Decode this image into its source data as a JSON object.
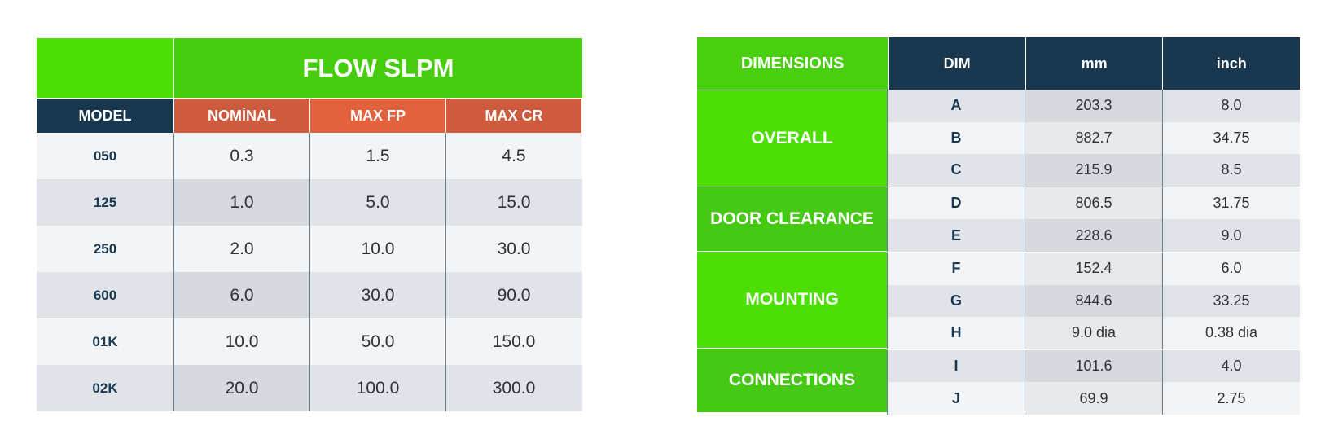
{
  "flow_table": {
    "title": "FLOW SLPM",
    "model_header": "MODEL",
    "columns": [
      "NOMİNAL",
      "MAX FP",
      "MAX CR"
    ],
    "rows": [
      {
        "model": "050",
        "values": [
          "0.3",
          "1.5",
          "4.5"
        ]
      },
      {
        "model": "125",
        "values": [
          "1.0",
          "5.0",
          "15.0"
        ]
      },
      {
        "model": "250",
        "values": [
          "2.0",
          "10.0",
          "30.0"
        ]
      },
      {
        "model": "600",
        "values": [
          "6.0",
          "30.0",
          "90.0"
        ]
      },
      {
        "model": "01K",
        "values": [
          "10.0",
          "50.0",
          "150.0"
        ]
      },
      {
        "model": "02K",
        "values": [
          "20.0",
          "100.0",
          "300.0"
        ]
      }
    ]
  },
  "dimensions_table": {
    "label_header": "DIMENSIONS",
    "headers": [
      "DIM",
      "mm",
      "inch"
    ],
    "groups": [
      "OVERALL",
      "DOOR CLEARANCE",
      "MOUNTING",
      "CONNECTIONS"
    ],
    "rows": [
      {
        "dim": "A",
        "mm": "203.3",
        "inch": "8.0"
      },
      {
        "dim": "B",
        "mm": "882.7",
        "inch": "34.75"
      },
      {
        "dim": "C",
        "mm": "215.9",
        "inch": "8.5"
      },
      {
        "dim": "D",
        "mm": "806.5",
        "inch": "31.75"
      },
      {
        "dim": "E",
        "mm": "228.6",
        "inch": "9.0"
      },
      {
        "dim": "F",
        "mm": "152.4",
        "inch": "6.0"
      },
      {
        "dim": "G",
        "mm": "844.6",
        "inch": "33.25"
      },
      {
        "dim": "H",
        "mm": "9.0 dia",
        "inch": "0.38 dia"
      },
      {
        "dim": "I",
        "mm": "101.6",
        "inch": "4.0"
      },
      {
        "dim": "J",
        "mm": "69.9",
        "inch": "2.75"
      }
    ]
  },
  "colors": {
    "navy": "#19384f",
    "green": "#4ddf05",
    "green_dark": "#47cd10",
    "orange": "#cf5b3f",
    "orange_light": "#e1623c",
    "row_light": "#f2f4f6",
    "row_dark": "#e0e4e8"
  }
}
